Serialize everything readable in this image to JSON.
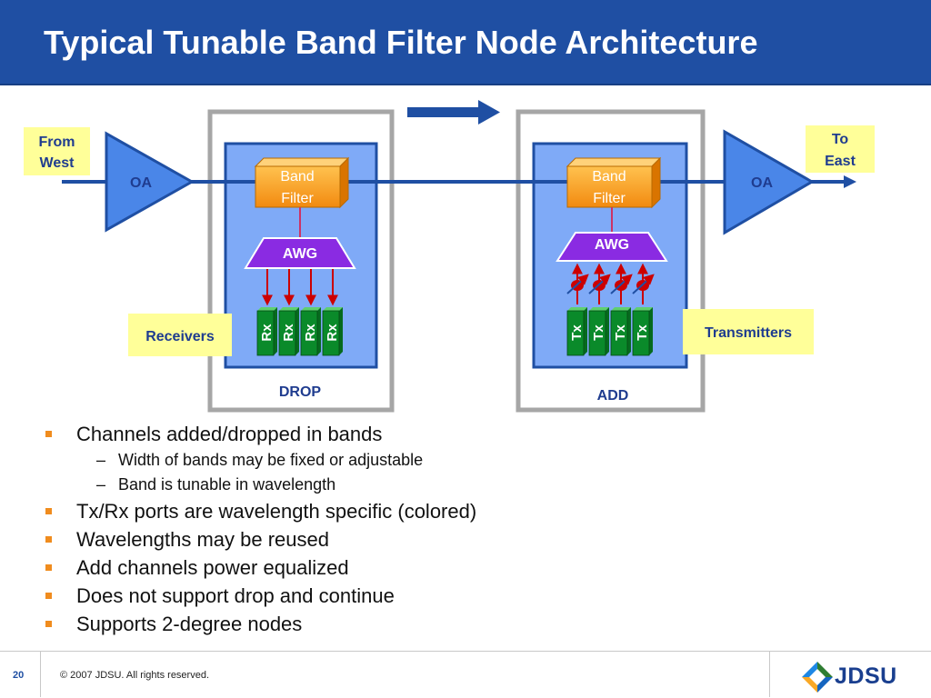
{
  "title": "Typical Tunable Band Filter Node Architecture",
  "diagram": {
    "from_label": [
      "From",
      "West"
    ],
    "to_label": [
      "To",
      "East"
    ],
    "amplifier_label": "OA",
    "band_filter_label": [
      "Band",
      "Filter"
    ],
    "awg_label": "AWG",
    "receivers_label": "Receivers",
    "transmitters_label": "Transmitters",
    "drop_label": "DROP",
    "add_label": "ADD",
    "rx_label": "Rx",
    "tx_label": "Tx"
  },
  "bullets": [
    {
      "level": 1,
      "text": "Channels added/dropped in bands"
    },
    {
      "level": 2,
      "text": "Width of bands may be fixed or adjustable"
    },
    {
      "level": 2,
      "text": "Band is tunable in wavelength"
    },
    {
      "level": 1,
      "text": "Tx/Rx ports are wavelength specific (colored)"
    },
    {
      "level": 1,
      "text": "Wavelengths may be reused"
    },
    {
      "level": 1,
      "text": "Add channels power equalized"
    },
    {
      "level": 1,
      "text": "Does not support drop and continue"
    },
    {
      "level": 1,
      "text": "Supports 2-degree nodes"
    }
  ],
  "footer": {
    "page_number": "20",
    "copyright": "© 2007 JDSU. All rights reserved.",
    "logo_text": "JDSU"
  },
  "colors": {
    "header_blue": "#1f4fa3",
    "fiber_blue": "#1f4fa3",
    "panel_blue": "#7faaf7",
    "amplifier_blue": "#4a86e8",
    "band_filter_orange": "#f7941d",
    "awg_purple": "#8a2be2",
    "module_green": "#0a8a2a",
    "label_yellow": "#ffff99",
    "bullet_orange": "#f08c1e",
    "signal_red": "#cc0000"
  }
}
